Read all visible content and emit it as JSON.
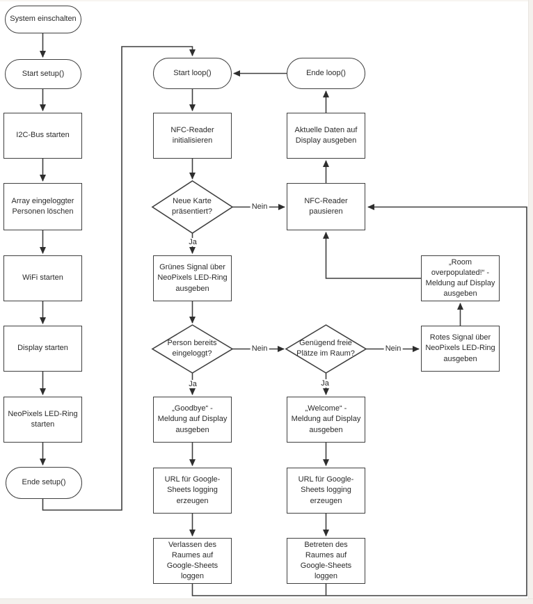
{
  "diagram": {
    "line_color": "#3f3f3f",
    "box_border_color": "#3f3f3f",
    "box_fill_color": "#ffffff",
    "text_color": "#2a2a2a",
    "nodes": {
      "system_einschalten": "System einschalten",
      "start_setup": "Start setup()",
      "i2c_bus_starten": "I2C-Bus starten",
      "array_loeschen": "Array eingeloggter Personen löschen",
      "wifi_starten": "WiFi starten",
      "display_starten": "Display starten",
      "neopixels_starten": "NeoPixels LED-Ring starten",
      "ende_setup": "Ende setup()",
      "start_loop": "Start loop()",
      "ende_loop": "Ende loop()",
      "nfc_reader_init": "NFC-Reader initialisieren",
      "neue_karte": "Neue Karte präsentiert?",
      "gruenes_signal": "Grünes Signal über NeoPixels LED-Ring ausgeben",
      "person_eingeloggt": "Person bereits eingeloggt?",
      "genuegend_plaetze": "Genügend freie Plätze im Raum?",
      "goodbye_meldung": "„Goodbye“ - Meldung auf Display ausgeben",
      "welcome_meldung": "„Welcome“ - Meldung auf Display ausgeben",
      "url_google_sheets_1": "URL für Google-Sheets logging erzeugen",
      "url_google_sheets_2": "URL für Google-Sheets logging erzeugen",
      "verlassen_loggen": "Verlassen des Raumes auf Google-Sheets loggen",
      "betreten_loggen": "Betreten des Raumes auf Google-Sheets loggen",
      "nfc_pausieren": "NFC-Reader pausieren",
      "aktuelle_daten": "Aktuelle Daten auf Display ausgeben",
      "room_overpopulated": "„Room overpopulated!“ - Meldung auf Display ausgeben",
      "rotes_signal": "Rotes Signal über NeoPixels LED-Ring ausgeben"
    },
    "labels": {
      "ja": "Ja",
      "nein": "Nein"
    },
    "edges": [
      {
        "from": "system_einschalten",
        "to": "start_setup"
      },
      {
        "from": "start_setup",
        "to": "i2c_bus_starten"
      },
      {
        "from": "i2c_bus_starten",
        "to": "array_loeschen"
      },
      {
        "from": "array_loeschen",
        "to": "wifi_starten"
      },
      {
        "from": "wifi_starten",
        "to": "display_starten"
      },
      {
        "from": "display_starten",
        "to": "neopixels_starten"
      },
      {
        "from": "neopixels_starten",
        "to": "ende_setup"
      },
      {
        "from": "ende_setup",
        "to": "start_loop"
      },
      {
        "from": "start_loop",
        "to": "nfc_reader_init"
      },
      {
        "from": "nfc_reader_init",
        "to": "neue_karte"
      },
      {
        "from": "neue_karte",
        "to": "nfc_pausieren",
        "label": "Nein"
      },
      {
        "from": "neue_karte",
        "to": "gruenes_signal",
        "label": "Ja"
      },
      {
        "from": "gruenes_signal",
        "to": "person_eingeloggt"
      },
      {
        "from": "person_eingeloggt",
        "to": "genuegend_plaetze",
        "label": "Nein"
      },
      {
        "from": "person_eingeloggt",
        "to": "goodbye_meldung",
        "label": "Ja"
      },
      {
        "from": "genuegend_plaetze",
        "to": "rotes_signal",
        "label": "Nein"
      },
      {
        "from": "genuegend_plaetze",
        "to": "welcome_meldung",
        "label": "Ja"
      },
      {
        "from": "goodbye_meldung",
        "to": "url_google_sheets_1"
      },
      {
        "from": "url_google_sheets_1",
        "to": "verlassen_loggen"
      },
      {
        "from": "welcome_meldung",
        "to": "url_google_sheets_2"
      },
      {
        "from": "url_google_sheets_2",
        "to": "betreten_loggen"
      },
      {
        "from": "verlassen_loggen",
        "to": "nfc_pausieren"
      },
      {
        "from": "betreten_loggen",
        "to": "nfc_pausieren"
      },
      {
        "from": "rotes_signal",
        "to": "room_overpopulated"
      },
      {
        "from": "room_overpopulated",
        "to": "nfc_pausieren"
      },
      {
        "from": "nfc_pausieren",
        "to": "aktuelle_daten"
      },
      {
        "from": "aktuelle_daten",
        "to": "ende_loop"
      },
      {
        "from": "ende_loop",
        "to": "start_loop"
      }
    ]
  }
}
